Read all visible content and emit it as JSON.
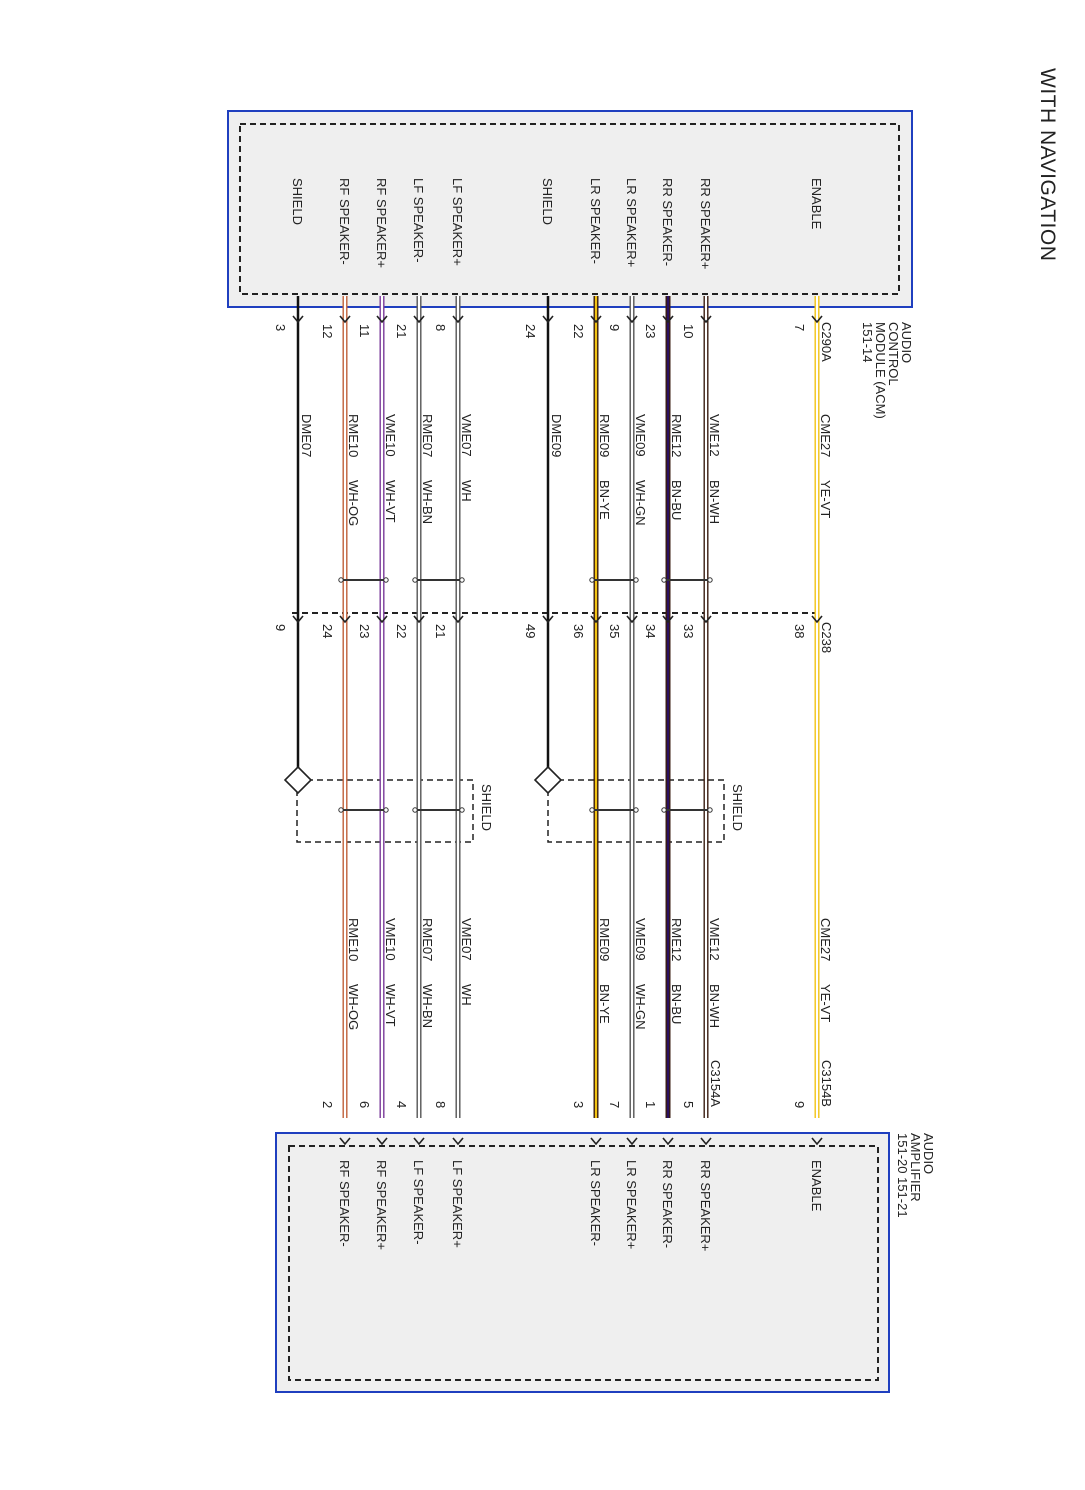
{
  "title": "WITH NAVIGATION",
  "modules": {
    "acm": {
      "name_lines": [
        "AUDIO",
        "CONTROL",
        "MODULE (ACM)",
        "151-14"
      ],
      "connector": "C290A"
    },
    "amp": {
      "name_lines": [
        "AUDIO",
        "AMPLIFIER",
        "151-20   151-21"
      ],
      "connector_a": "C3154A",
      "connector_b": "C3154B"
    }
  },
  "inline_connector": "C238",
  "shield_label": "SHIELD",
  "circuits": [
    {
      "id": "enable",
      "acm_label": "ENABLE",
      "acm_pin": "7",
      "mid_pin": "38",
      "amp_pin": "9",
      "amp_label": "ENABLE",
      "circuit": "CME27",
      "color_code": "YE-VT",
      "stroke": "#f2c313",
      "inner": "#ffffff"
    },
    {
      "id": "rr_pos",
      "acm_label": "RR SPEAKER+",
      "acm_pin": "10",
      "mid_pin": "33",
      "amp_pin": "5",
      "amp_label": "RR SPEAKER+",
      "circuit": "VME12",
      "color_code": "BN-WH",
      "stroke": "#3a1c10",
      "inner": "#ffffff"
    },
    {
      "id": "rr_neg",
      "acm_label": "RR SPEAKER-",
      "acm_pin": "23",
      "mid_pin": "34",
      "amp_pin": "1",
      "amp_label": "RR SPEAKER-",
      "circuit": "RME12",
      "color_code": "BN-BU",
      "stroke": "#3a1c10",
      "inner": "#2a1060"
    },
    {
      "id": "lr_pos",
      "acm_label": "LR SPEAKER+",
      "acm_pin": "9",
      "mid_pin": "35",
      "amp_pin": "7",
      "amp_label": "LR SPEAKER+",
      "circuit": "VME09",
      "color_code": "WH-GN",
      "stroke": "#555555",
      "inner": "#ffffff"
    },
    {
      "id": "lr_neg",
      "acm_label": "LR SPEAKER-",
      "acm_pin": "22",
      "mid_pin": "36",
      "amp_pin": "3",
      "amp_label": "LR SPEAKER-",
      "circuit": "RME09",
      "color_code": "BN-YE",
      "stroke": "#3a1c10",
      "inner": "#f2c313"
    },
    {
      "id": "shield_r",
      "acm_label": "SHIELD",
      "acm_pin": "24",
      "mid_pin": "49",
      "circuit": "DME09",
      "color_code": "",
      "stroke": "#111111",
      "inner": "#111111"
    },
    {
      "id": "lf_pos",
      "acm_label": "LF SPEAKER+",
      "acm_pin": "8",
      "mid_pin": "21",
      "amp_pin": "8",
      "amp_label": "LF SPEAKER+",
      "circuit": "VME07",
      "color_code": "WH",
      "stroke": "#555555",
      "inner": "#ffffff"
    },
    {
      "id": "lf_neg",
      "acm_label": "LF SPEAKER-",
      "acm_pin": "21",
      "mid_pin": "22",
      "amp_pin": "4",
      "amp_label": "LF SPEAKER-",
      "circuit": "RME07",
      "color_code": "WH-BN",
      "stroke": "#555555",
      "inner": "#ffffff"
    },
    {
      "id": "rf_pos",
      "acm_label": "RF SPEAKER+",
      "acm_pin": "11",
      "mid_pin": "23",
      "amp_pin": "6",
      "amp_label": "RF SPEAKER+",
      "circuit": "VME10",
      "color_code": "WH-VT",
      "stroke": "#7a3a9a",
      "inner": "#ffffff"
    },
    {
      "id": "rf_neg",
      "acm_label": "RF SPEAKER-",
      "acm_pin": "12",
      "mid_pin": "24",
      "amp_pin": "2",
      "amp_label": "RF SPEAKER-",
      "circuit": "RME10",
      "color_code": "WH-OG",
      "stroke": "#c0603a",
      "inner": "#ffffff"
    },
    {
      "id": "shield_f",
      "acm_label": "SHIELD",
      "acm_pin": "3",
      "mid_pin": "9",
      "circuit": "DME07",
      "color_code": "",
      "stroke": "#111111",
      "inner": "#111111"
    }
  ],
  "colors": {
    "frame": "#1f3fbf",
    "panel": "#efefef",
    "dash": "#222222"
  }
}
